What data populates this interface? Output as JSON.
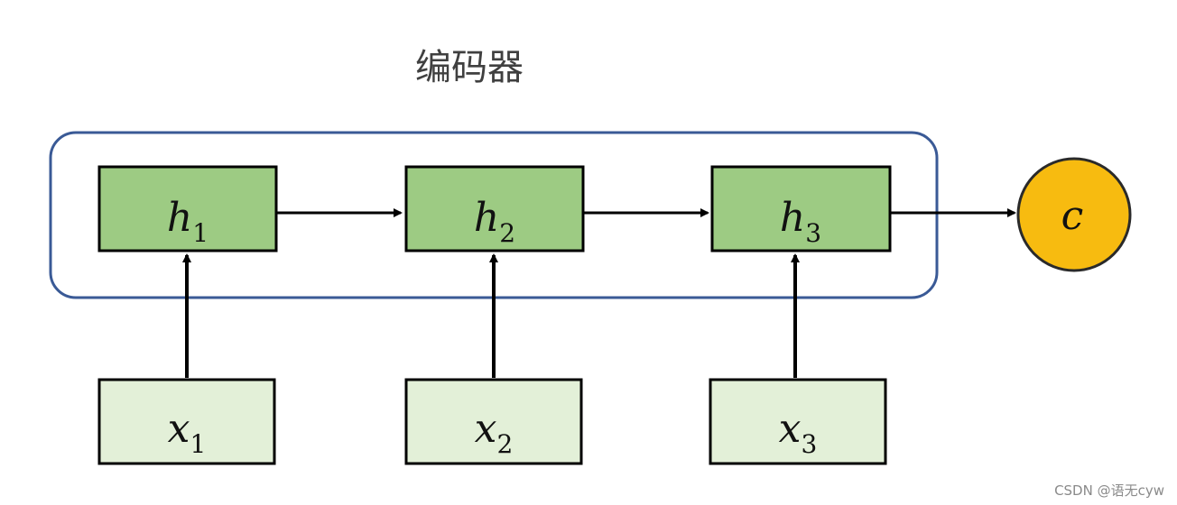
{
  "diagram": {
    "title": "编码器",
    "hidden_states": [
      {
        "main": "h",
        "sub": "1"
      },
      {
        "main": "h",
        "sub": "2"
      },
      {
        "main": "h",
        "sub": "3"
      }
    ],
    "inputs": [
      {
        "main": "x",
        "sub": "1"
      },
      {
        "main": "x",
        "sub": "2"
      },
      {
        "main": "x",
        "sub": "3"
      }
    ],
    "context": "c",
    "colors": {
      "hidden_fill": "#9dcb83",
      "input_fill": "#e3f0d8",
      "box_stroke": "#000000",
      "encoder_border": "#3a5a96",
      "context_fill": "#f7bb10",
      "context_stroke": "#2a2a2a",
      "arrow": "#000000"
    }
  },
  "watermark": "CSDN @语无cyw"
}
